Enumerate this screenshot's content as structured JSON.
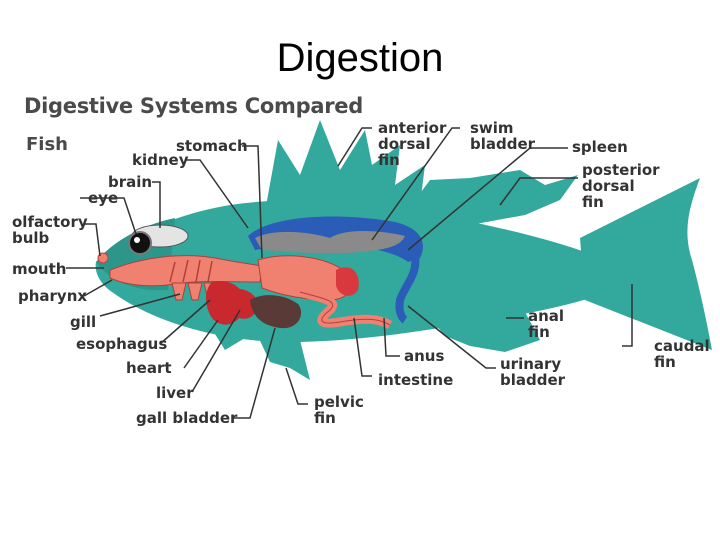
{
  "slide": {
    "title": "Digestion"
  },
  "diagram": {
    "title": "Digestive Systems Compared",
    "subject": "Fish",
    "colors": {
      "body": "#33a99d",
      "swim_bladder": "#2a5cb8",
      "kidney": "#8a8a8a",
      "digestive_tract": "#f08070",
      "liver": "#c8282e",
      "gall_bladder": "#5a3a36",
      "label_text": "#333333"
    },
    "labels": {
      "stomach": "stomach",
      "kidney": "kidney",
      "brain": "brain",
      "eye": "eye",
      "olfactory_bulb": "olfactory\nbulb",
      "mouth": "mouth",
      "pharynx": "pharynx",
      "gill": "gill",
      "esophagus": "esophagus",
      "heart": "heart",
      "liver": "liver",
      "gall_bladder": "gall bladder",
      "anterior_dorsal_fin": "anterior\ndorsal\nfin",
      "swim_bladder": "swim\nbladder",
      "spleen": "spleen",
      "posterior_dorsal_fin": "posterior\ndorsal\nfin",
      "anal_fin": "anal\nfin",
      "caudal_fin": "caudal\nfin",
      "anus": "anus",
      "intestine": "intestine",
      "urinary_bladder": "urinary\nbladder",
      "pelvic_fin": "pelvic\nfin"
    }
  }
}
